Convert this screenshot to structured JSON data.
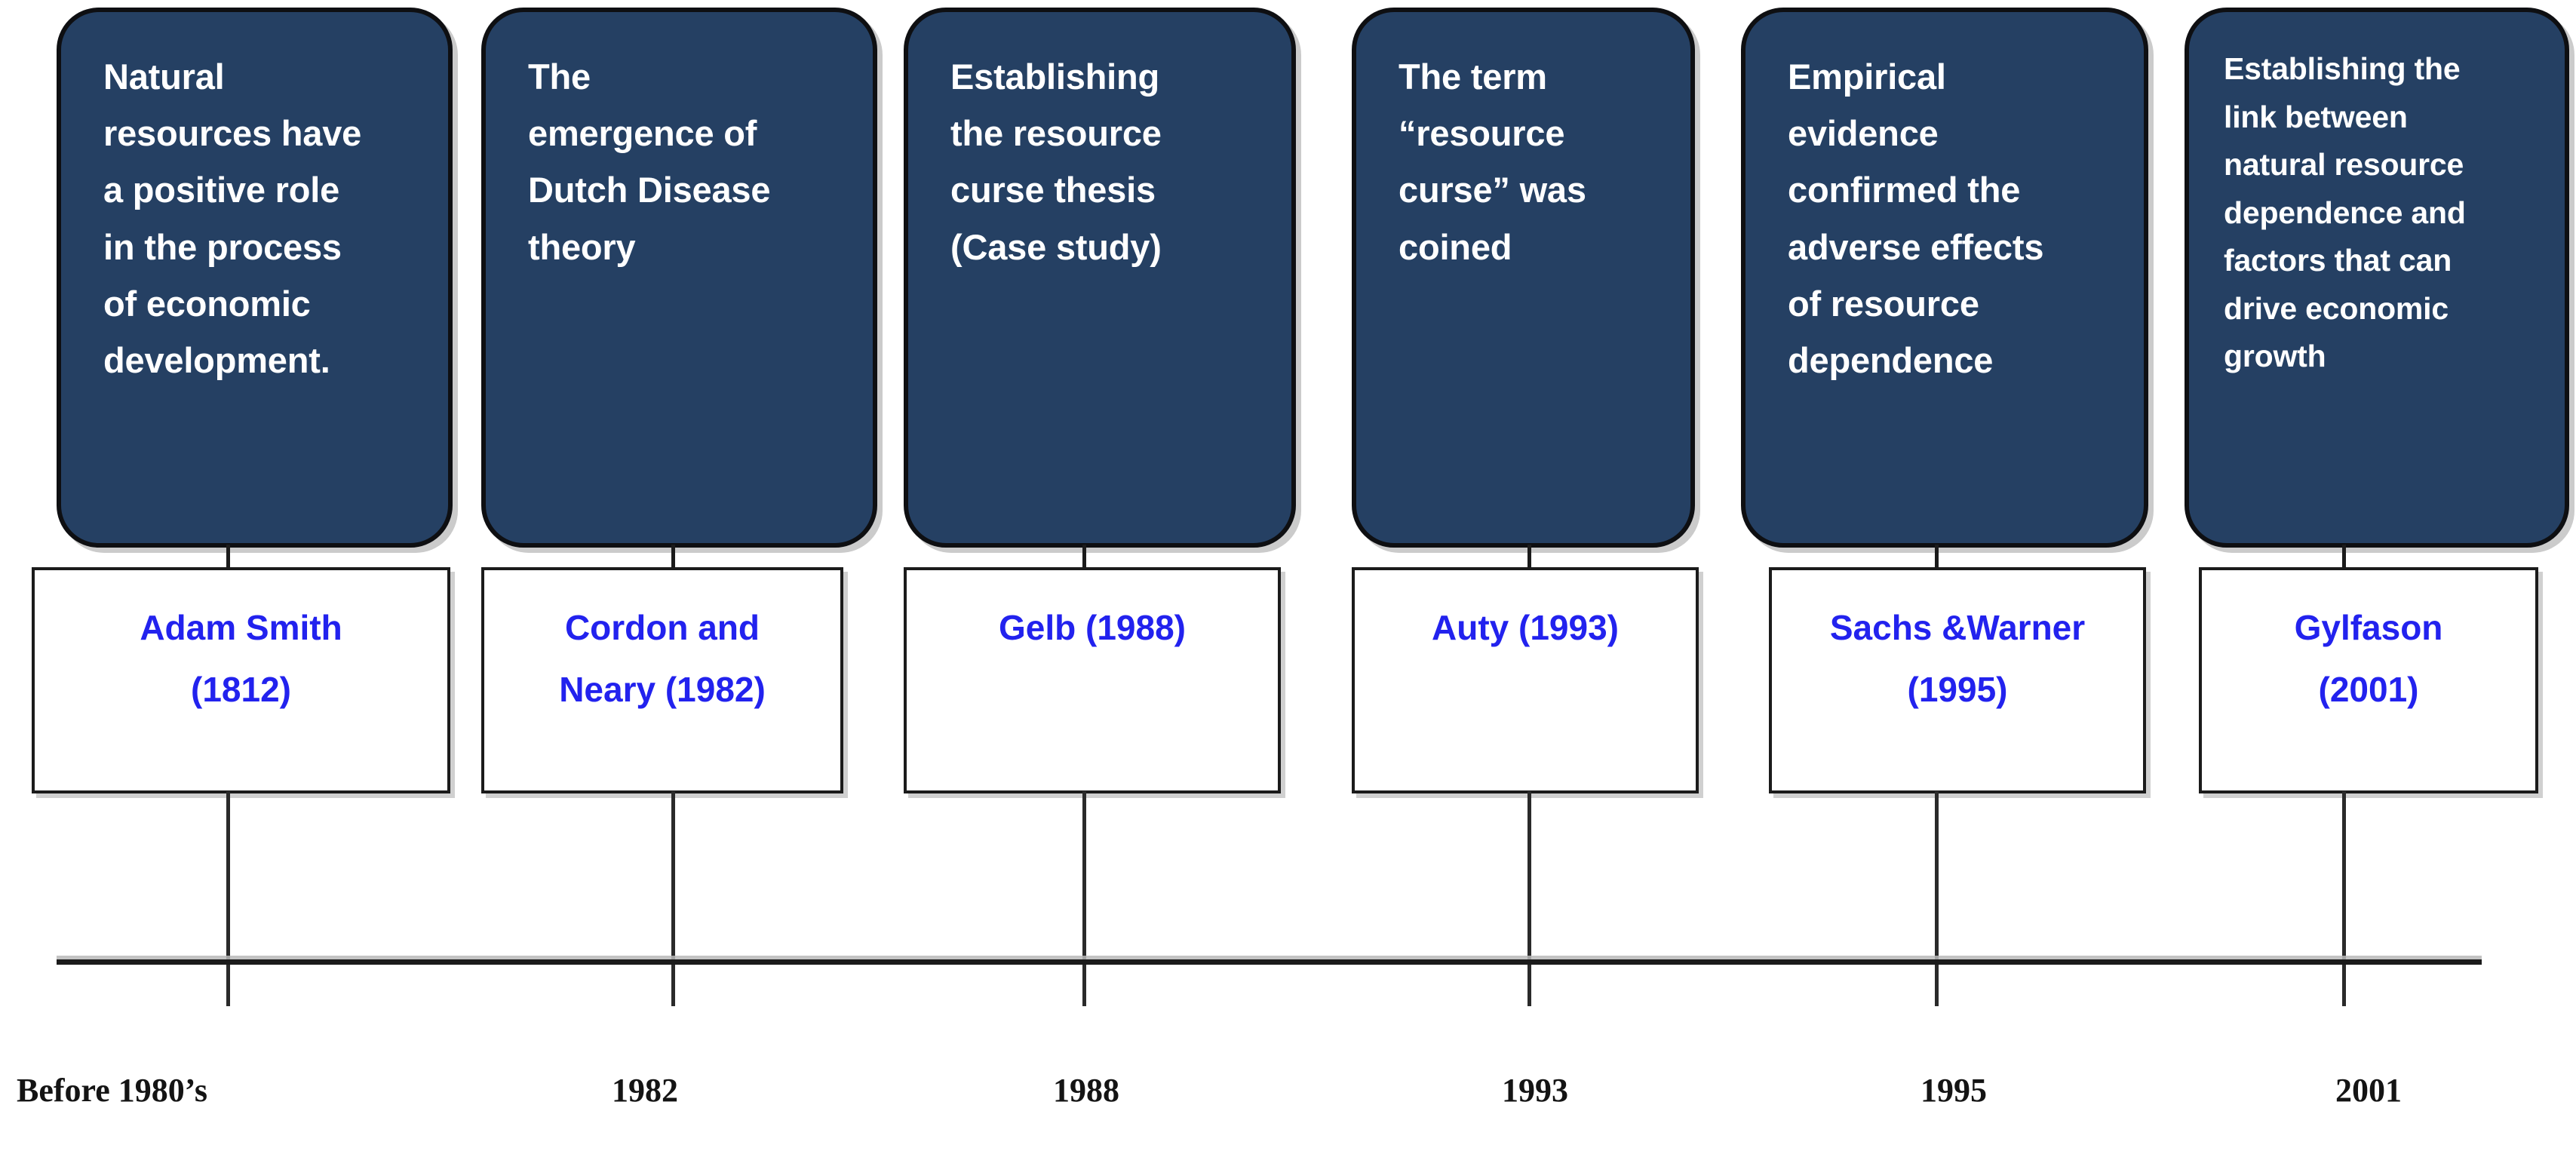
{
  "diagram": {
    "title": "Evolution of the resource curse literature timeline",
    "accent_navy": "#254063",
    "accent_blue_text": "#2222ee",
    "axis_color": "#1b1b1b"
  },
  "milestones": [
    {
      "description": "Natural\nresources have\na positive role\nin the process\nof economic\ndevelopment.",
      "citation": "Adam Smith\n(1812)",
      "year_label": "Before 1980’s"
    },
    {
      "description": "The\nemergence of\nDutch Disease\ntheory",
      "citation": "Cordon and\nNeary (1982)",
      "year_label": "1982"
    },
    {
      "description": "Establishing\nthe resource\ncurse thesis\n(Case study)",
      "citation": "Gelb (1988)",
      "year_label": "1988"
    },
    {
      "description": "The term\n“resource\ncurse” was\ncoined",
      "citation": "Auty (1993)",
      "year_label": "1993"
    },
    {
      "description": "Empirical\nevidence\nconfirmed the\nadverse effects\nof resource\ndependence",
      "citation": "Sachs &Warner\n(1995)",
      "year_label": "1995"
    },
    {
      "description": "Establishing the\nlink between\nnatural resource\ndependence and\nfactors that can\ndrive economic\ngrowth",
      "citation": "Gylfason\n(2001)",
      "year_label": "2001"
    }
  ]
}
